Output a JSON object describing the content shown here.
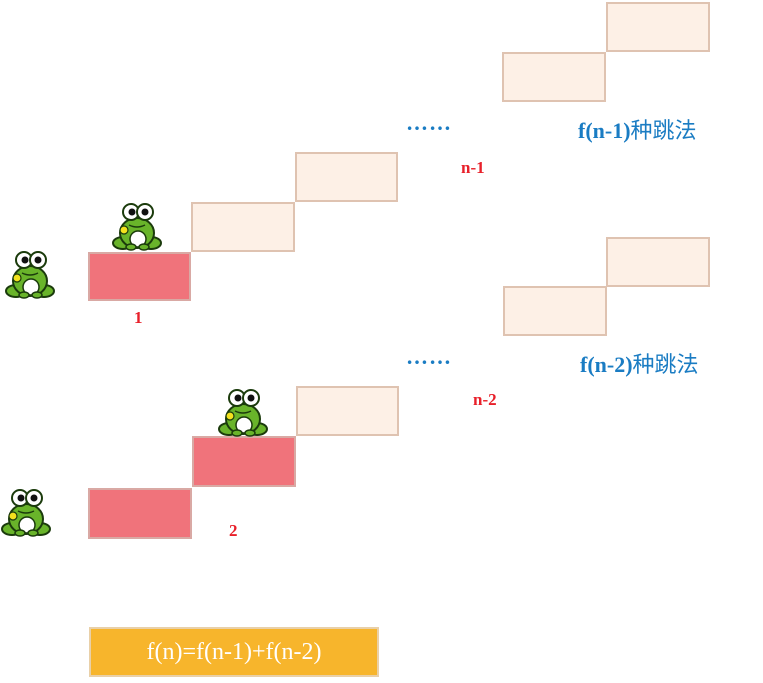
{
  "top_diagram": {
    "step_label_first": "1",
    "step_label_last": "n-1",
    "dots": "……",
    "result_prefix": "f(n-1)",
    "result_suffix": "种跳法"
  },
  "bottom_diagram": {
    "step_label_first": "2",
    "step_label_last": "n-2",
    "dots": "……",
    "result_prefix": "f(n-2)",
    "result_suffix": "种跳法"
  },
  "formula": "f(n)=f(n-1)+f(n-2)",
  "colors": {
    "step_fill_light": "#fdf0e6",
    "step_fill_red": "#f0737b",
    "label_red": "#e8202a",
    "label_blue": "#1a7cc3",
    "formula_bg": "#f7b52c",
    "frog_green": "#69b42a"
  },
  "icons": [
    "frog-icon"
  ]
}
